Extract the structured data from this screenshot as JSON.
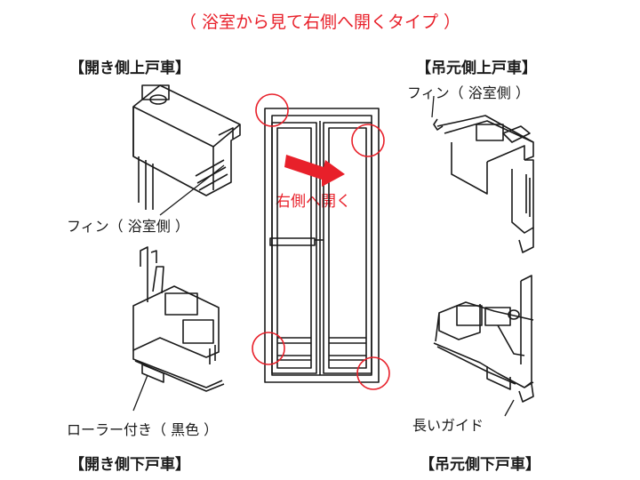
{
  "title": "（ 浴室から見て右側へ開くタイプ ）",
  "sections": {
    "open_side_upper": "【開き側上戸車】",
    "open_side_lower": "【開き側下戸車】",
    "hinge_side_upper": "【吊元側上戸車】",
    "hinge_side_lower": "【吊元側下戸車】"
  },
  "callouts": {
    "fin_left": "フィン（ 浴室側 ）",
    "fin_right": "フィン（ 浴室側 ）",
    "roller": "ローラー付き（ 黒色 ）",
    "long_guide": "長いガイド"
  },
  "door_label": "右側へ開く",
  "colors": {
    "accent": "#e8202a",
    "line": "#1a1a1a"
  }
}
